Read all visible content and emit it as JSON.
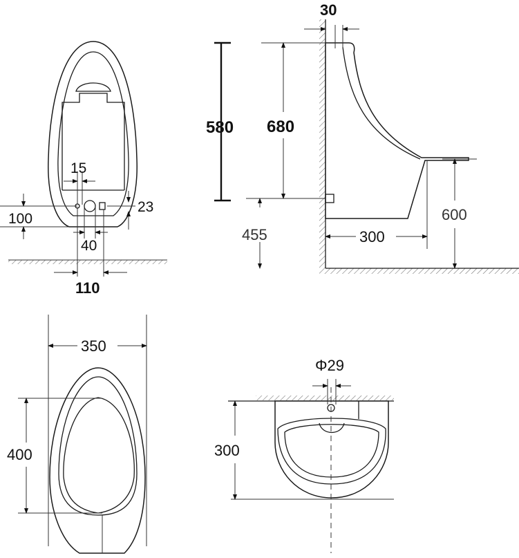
{
  "dimensions": {
    "front": {
      "hole": "15",
      "top_offset": "23",
      "height": "100",
      "spacing": "40",
      "width": "110"
    },
    "side": {
      "wall_gap": "30",
      "body_height": "580",
      "top_height": "680",
      "inlet_height": "455",
      "depth": "300",
      "rim_height": "600"
    },
    "top": {
      "width": "350",
      "length": "400"
    },
    "back": {
      "diameter": "Φ29",
      "depth": "300"
    }
  },
  "colors": {
    "line": "#1a1a1a",
    "floor": "#888888"
  }
}
